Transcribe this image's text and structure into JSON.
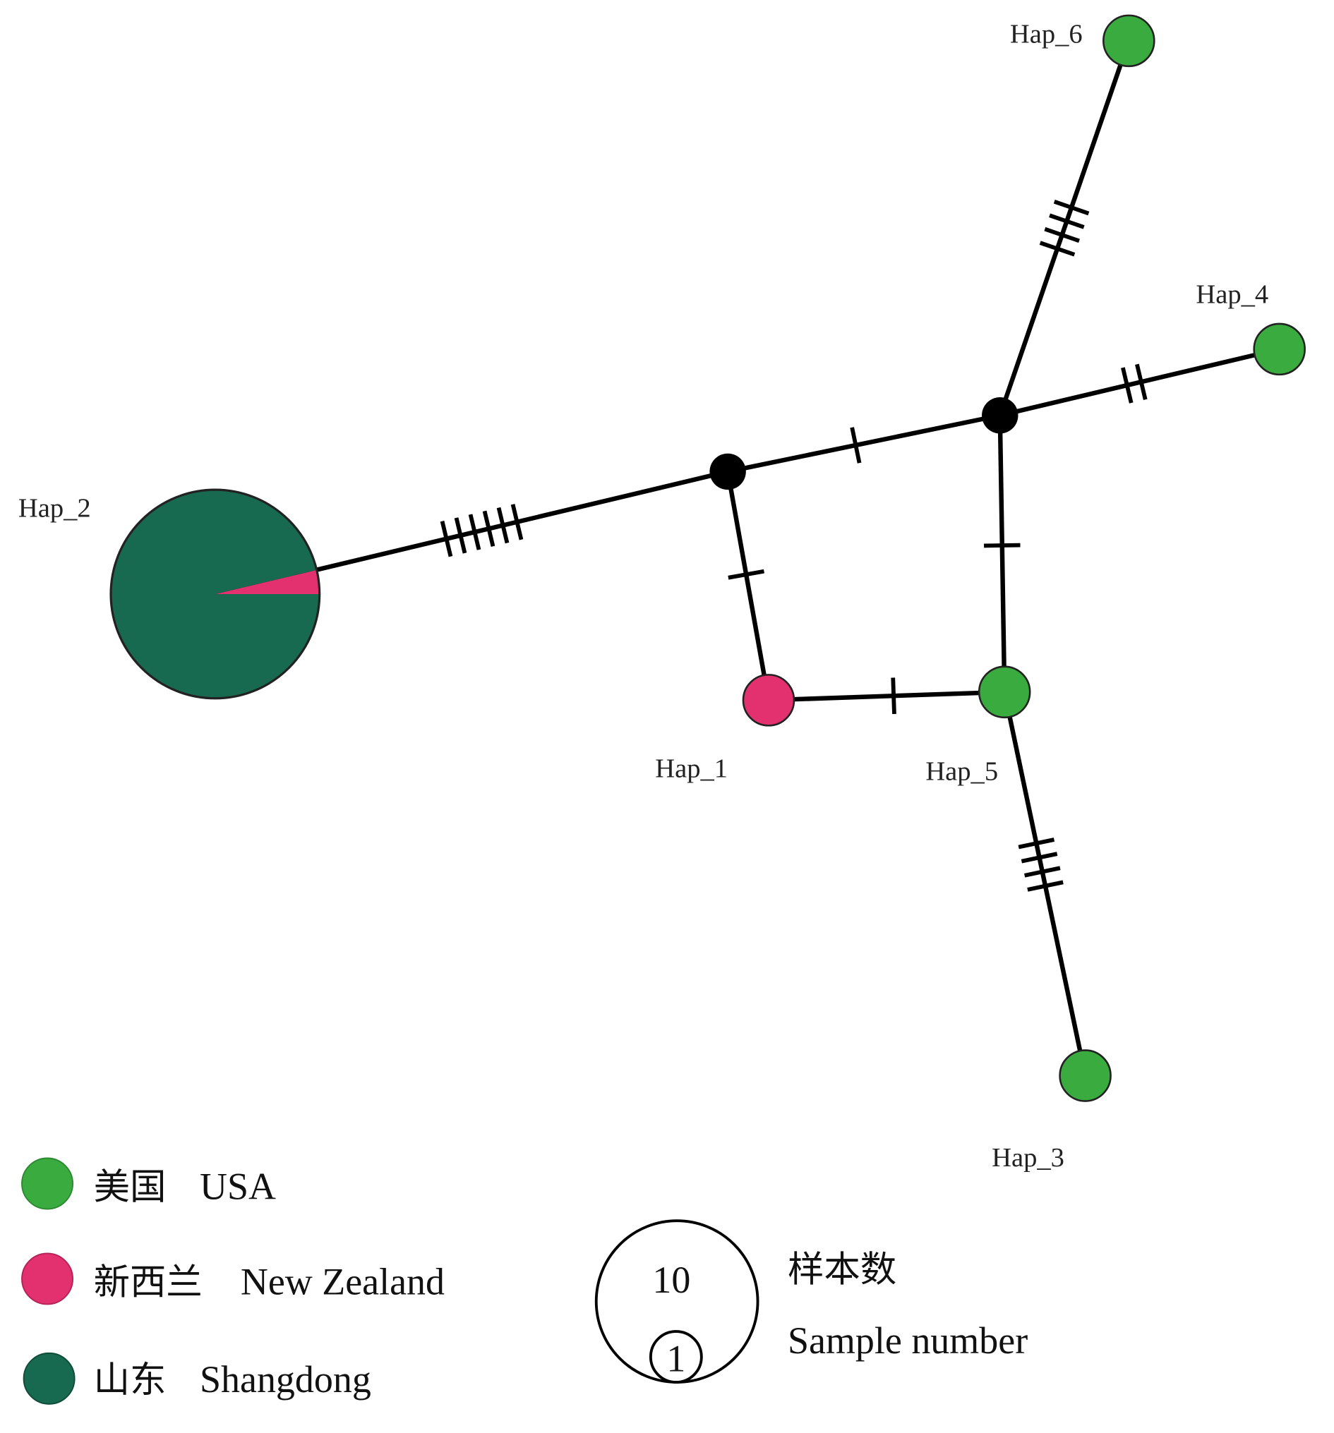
{
  "chart_data": {
    "type": "haplotype-network",
    "title": "",
    "colors": {
      "USA": "#3aab3f",
      "New Zealand": "#e3306f",
      "Shangdong": "#176a4f",
      "edge": "#000000",
      "median": "#000000"
    },
    "nodes": [
      {
        "id": "Hap_1",
        "label": "Hap_1",
        "size": 1,
        "composition": {
          "New Zealand": 1
        }
      },
      {
        "id": "Hap_2",
        "label": "Hap_2",
        "size": 27,
        "composition": {
          "Shangdong": 26,
          "New Zealand": 1
        }
      },
      {
        "id": "Hap_3",
        "label": "Hap_3",
        "size": 1,
        "composition": {
          "USA": 1
        }
      },
      {
        "id": "Hap_4",
        "label": "Hap_4",
        "size": 1,
        "composition": {
          "USA": 1
        }
      },
      {
        "id": "Hap_5",
        "label": "Hap_5",
        "size": 1,
        "composition": {
          "USA": 1
        }
      },
      {
        "id": "Hap_6",
        "label": "Hap_6",
        "size": 1,
        "composition": {
          "USA": 1
        }
      },
      {
        "id": "mv1",
        "label": "",
        "median": true
      },
      {
        "id": "mv2",
        "label": "",
        "median": true
      }
    ],
    "edges": [
      {
        "from": "Hap_2",
        "to": "mv1",
        "mutations": 6
      },
      {
        "from": "mv1",
        "to": "mv2",
        "mutations": 1
      },
      {
        "from": "mv2",
        "to": "Hap_4",
        "mutations": 2
      },
      {
        "from": "mv2",
        "to": "Hap_6",
        "mutations": 4
      },
      {
        "from": "mv1",
        "to": "Hap_1",
        "mutations": 1
      },
      {
        "from": "Hap_1",
        "to": "Hap_5",
        "mutations": 1
      },
      {
        "from": "mv2",
        "to": "Hap_5",
        "mutations": 1
      },
      {
        "from": "Hap_5",
        "to": "Hap_3",
        "mutations": 4
      }
    ],
    "legend": {
      "populations": [
        {
          "key": "USA",
          "cn": "美国",
          "en": "USA"
        },
        {
          "key": "New Zealand",
          "cn": "新西兰",
          "en": "New Zealand"
        },
        {
          "key": "Shangdong",
          "cn": "山东",
          "en": "Shangdong"
        }
      ],
      "size_scale": {
        "large": "10",
        "small": "1",
        "cn": "样本数",
        "en": "Sample number"
      }
    }
  }
}
